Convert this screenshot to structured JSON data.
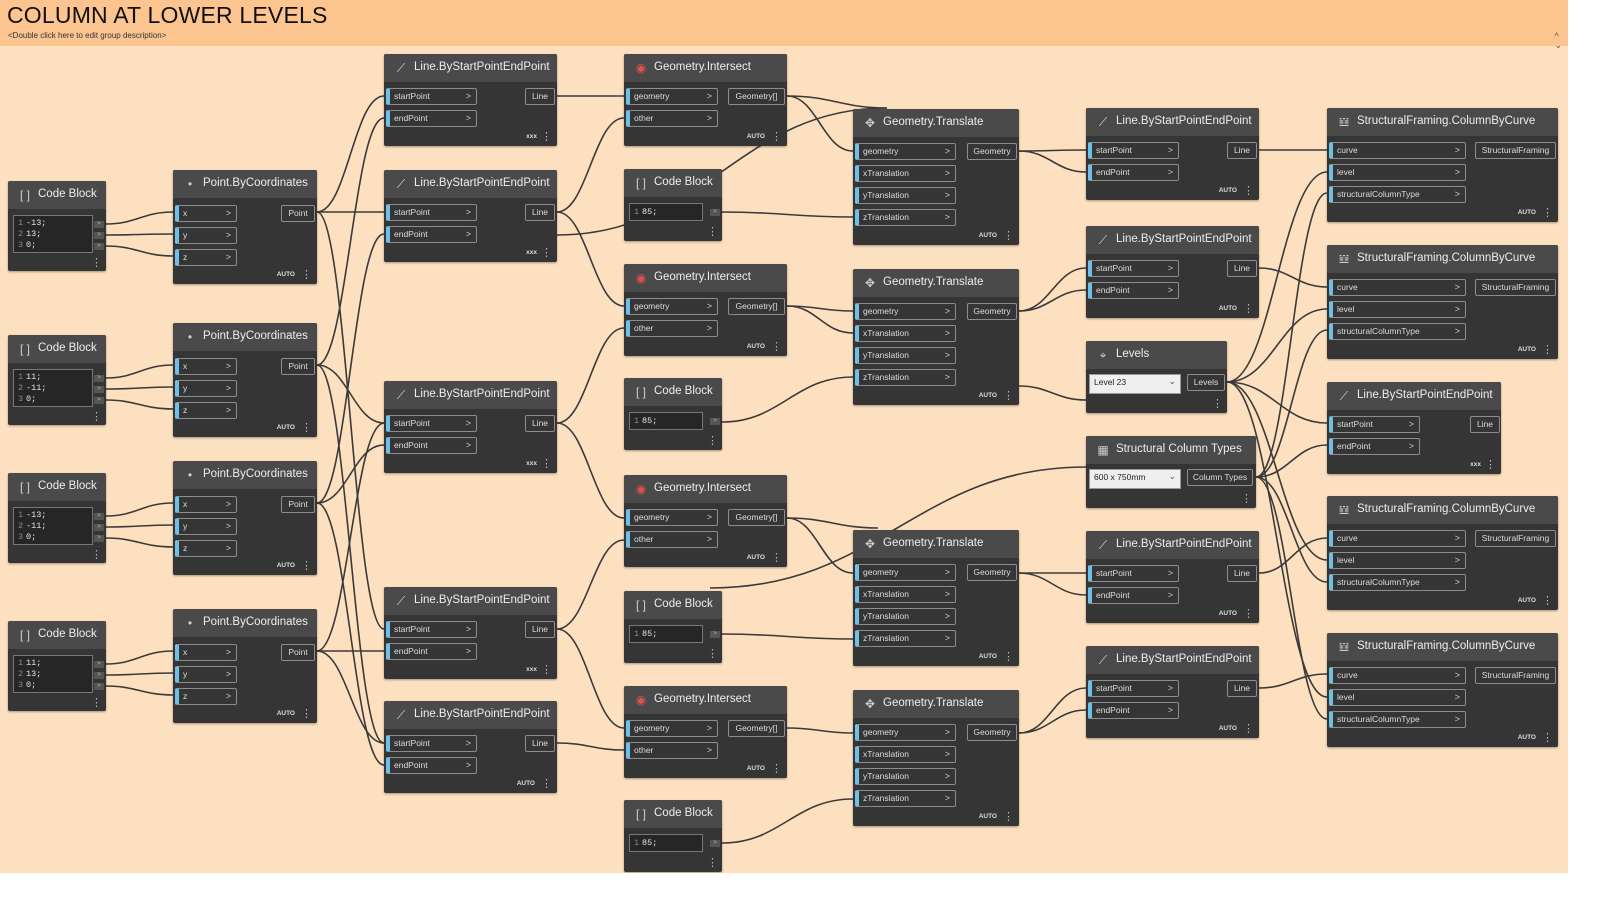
{
  "group": {
    "title": "COLUMN AT LOWER LEVELS",
    "description": "<Double click here to edit group description>",
    "collapse_glyph": "^"
  },
  "labels": {
    "auto": "AUTO",
    "xxx": "xxx",
    "code_block": "Code Block",
    "point_by_coordinates": "Point.ByCoordinates",
    "line_by_start_end": "Line.ByStartPointEndPoint",
    "geometry_intersect": "Geometry.Intersect",
    "geometry_translate": "Geometry.Translate",
    "column_by_curve": "StructuralFraming.ColumnByCurve",
    "levels_node": "Levels",
    "column_types_node": "Structural Column Types"
  },
  "ports": {
    "x": "x",
    "y": "y",
    "z": "z",
    "start_point": "startPoint",
    "end_point": "endPoint",
    "geometry": "geometry",
    "other": "other",
    "x_translation": "xTranslation",
    "y_translation": "yTranslation",
    "z_translation": "zTranslation",
    "curve": "curve",
    "level": "level",
    "structural_column_type": "structuralColumnType",
    "out_point": "Point",
    "out_line": "Line",
    "out_geometry_list": "Geometry[]",
    "out_geometry": "Geometry",
    "out_structural_framing": "StructuralFraming",
    "out_levels": "Levels",
    "out_column_types": "Column Types"
  },
  "code_blocks": {
    "cb1": {
      "l1": "-13;",
      "l2": "13;",
      "l3": "0;"
    },
    "cb2": {
      "l1": "11;",
      "l2": "-11;",
      "l3": "0;"
    },
    "cb3": {
      "l1": "-13;",
      "l2": "-11;",
      "l3": "0;"
    },
    "cb4": {
      "l1": "11;",
      "l2": "13;",
      "l3": "0;"
    },
    "z_value": "85;"
  },
  "line_numbers": [
    "1",
    "2",
    "3"
  ],
  "dropdowns": {
    "level": "Level 23",
    "column_type": "600 x 750mm"
  },
  "colors": {
    "canvas": "#fde0c0",
    "group_header": "#fcc48f",
    "node_body": "#353535",
    "node_header": "#4a4a4a",
    "wire": "#3a3a3a",
    "input_marker": "#6ec0e6"
  },
  "icons": {
    "code_block": "code-block-icon",
    "point": "point-icon",
    "line": "line-icon",
    "intersect": "intersect-icon",
    "translate": "translate-icon",
    "column": "column-icon",
    "levels": "levels-icon",
    "column_types": "column-types-icon"
  }
}
